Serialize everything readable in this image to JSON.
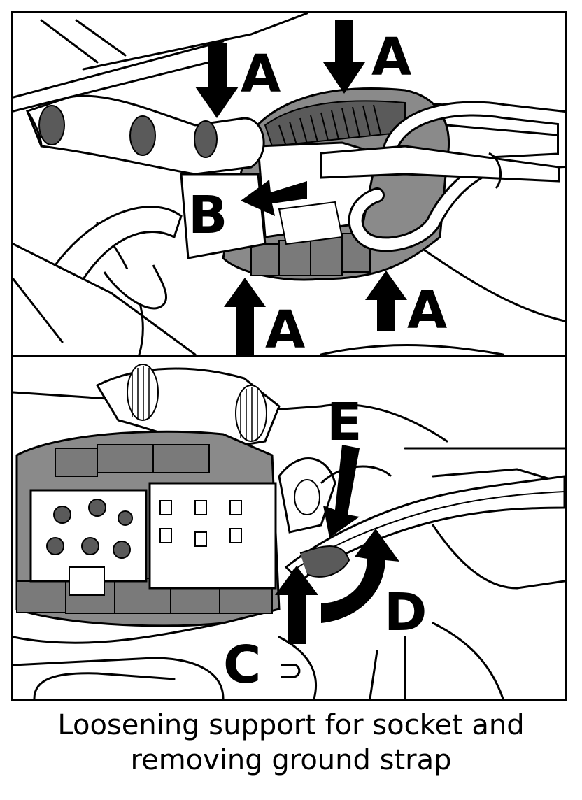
{
  "panel_top": {
    "callouts": {
      "a1": "A",
      "a2": "A",
      "a3": "A",
      "a4": "A",
      "b": "B"
    }
  },
  "panel_bottom": {
    "callouts": {
      "c": "C",
      "d": "D",
      "e": "E",
      "arrow_symbol": "⊃"
    }
  },
  "caption": {
    "line1": "Loosening support for socket and",
    "line2": "removing ground strap"
  },
  "colors": {
    "ink": "#000000",
    "paper": "#ffffff",
    "shade": "#8a8a8a",
    "dark_shade": "#5a5a5a"
  }
}
